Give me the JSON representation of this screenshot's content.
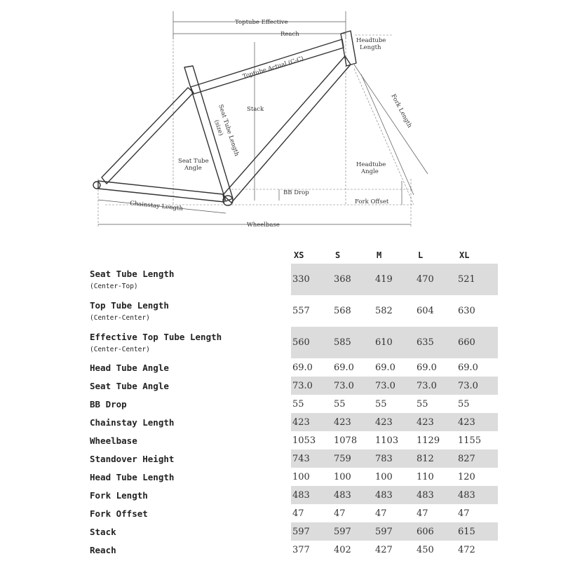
{
  "diagram": {
    "labels": {
      "toptube_effective": "Toptube Effective",
      "reach": "Reach",
      "headtube_length_1": "Headtube",
      "headtube_length_2": "Length",
      "toptube_actual": "Toptube Actual (C-C)",
      "stack": "Stack",
      "seat_tube_length_1": "Seat Tube Length",
      "seat_tube_length_2": "(size)",
      "fork_length": "Fork Length",
      "seat_tube_angle_1": "Seat Tube",
      "seat_tube_angle_2": "Angle",
      "headtube_angle_1": "Headtube",
      "headtube_angle_2": "Angle",
      "bb_drop": "BB Drop",
      "fork_offset": "Fork Offset",
      "chainstay_length": "Chainstay Length",
      "wheelbase": "Wheelbase"
    }
  },
  "table": {
    "sizes": [
      "XS",
      "S",
      "M",
      "L",
      "XL"
    ],
    "rows": [
      {
        "label": "Seat Tube Length",
        "sub": "(Center-Top)",
        "values": [
          "330",
          "368",
          "419",
          "470",
          "521"
        ],
        "shaded": true,
        "tall": true
      },
      {
        "label": "Top Tube Length",
        "sub": "(Center-Center)",
        "values": [
          "557",
          "568",
          "582",
          "604",
          "630"
        ],
        "shaded": false,
        "tall": true
      },
      {
        "label": "Effective Top Tube Length",
        "sub": "(Center-Center)",
        "values": [
          "560",
          "585",
          "610",
          "635",
          "660"
        ],
        "shaded": true,
        "tall": true
      },
      {
        "label": "Head Tube Angle",
        "sub": "",
        "values": [
          "69.0",
          "69.0",
          "69.0",
          "69.0",
          "69.0"
        ],
        "shaded": false,
        "tall": false
      },
      {
        "label": "Seat Tube Angle",
        "sub": "",
        "values": [
          "73.0",
          "73.0",
          "73.0",
          "73.0",
          "73.0"
        ],
        "shaded": true,
        "tall": false
      },
      {
        "label": "BB Drop",
        "sub": "",
        "values": [
          "55",
          "55",
          "55",
          "55",
          "55"
        ],
        "shaded": false,
        "tall": false
      },
      {
        "label": "Chainstay Length",
        "sub": "",
        "values": [
          "423",
          "423",
          "423",
          "423",
          "423"
        ],
        "shaded": true,
        "tall": false
      },
      {
        "label": "Wheelbase",
        "sub": "",
        "values": [
          "1053",
          "1078",
          "1103",
          "1129",
          "1155"
        ],
        "shaded": false,
        "tall": false
      },
      {
        "label": "Standover Height",
        "sub": "",
        "values": [
          "743",
          "759",
          "783",
          "812",
          "827"
        ],
        "shaded": true,
        "tall": false
      },
      {
        "label": "Head Tube Length",
        "sub": "",
        "values": [
          "100",
          "100",
          "100",
          "110",
          "120"
        ],
        "shaded": false,
        "tall": false
      },
      {
        "label": "Fork Length",
        "sub": "",
        "values": [
          "483",
          "483",
          "483",
          "483",
          "483"
        ],
        "shaded": true,
        "tall": false
      },
      {
        "label": "Fork Offset",
        "sub": "",
        "values": [
          "47",
          "47",
          "47",
          "47",
          "47"
        ],
        "shaded": false,
        "tall": false
      },
      {
        "label": "Stack",
        "sub": "",
        "values": [
          "597",
          "597",
          "597",
          "606",
          "615"
        ],
        "shaded": true,
        "tall": false
      },
      {
        "label": "Reach",
        "sub": "",
        "values": [
          "377",
          "402",
          "427",
          "450",
          "472"
        ],
        "shaded": false,
        "tall": false
      }
    ]
  }
}
